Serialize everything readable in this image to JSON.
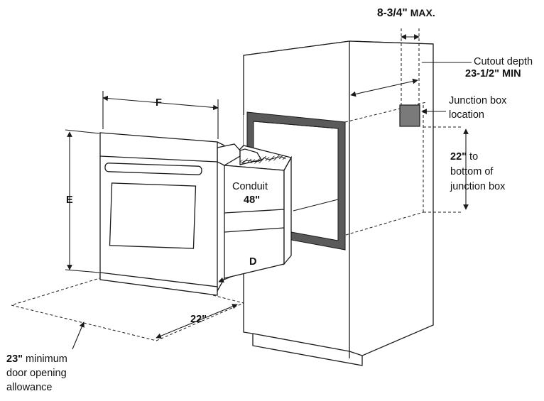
{
  "labels": {
    "max_depth_value": "8-3/4\"",
    "max_depth_suffix": "MAX.",
    "cutout_depth_title": "Cutout depth",
    "cutout_depth_value": "23-1/2\" MIN",
    "junction_box_line1": "Junction box",
    "junction_box_line2": "location",
    "to_junction_value": "22\"",
    "to_junction_line1": "to",
    "to_junction_line2": "bottom of",
    "to_junction_line3": "junction box",
    "dim_f": "F",
    "dim_e": "E",
    "dim_d": "D",
    "conduit_title": "Conduit",
    "conduit_value": "48\"",
    "door_depth_value": "22\"",
    "door_allowance_value": "23\"",
    "door_allowance_line1": "minimum",
    "door_allowance_line2": "door opening",
    "door_allowance_line3": "allowance"
  },
  "colors": {
    "line": "#1a1a1a",
    "frame": "#5a5a5a",
    "junction_box_fill": "#7a7a7a"
  }
}
